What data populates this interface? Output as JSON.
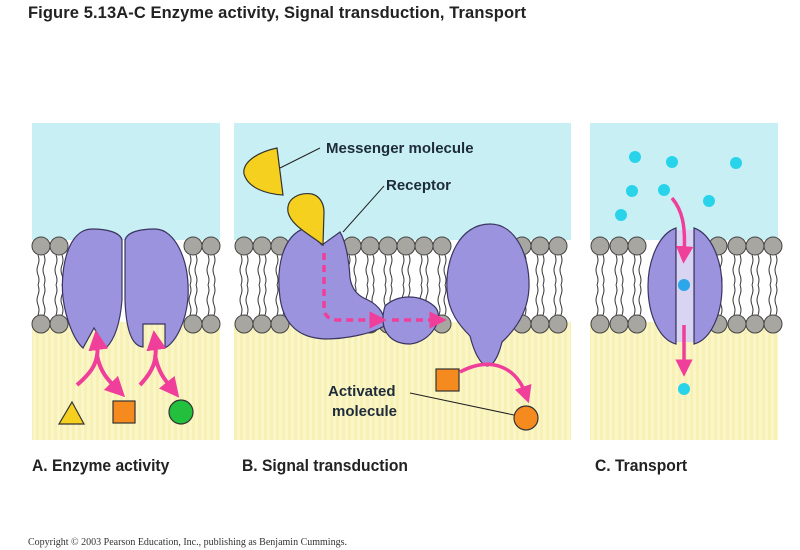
{
  "figure": {
    "title": "Figure 5.13A-C  Enzyme activity, Signal transduction, Transport",
    "copyright": "Copyright © 2003 Pearson Education, Inc., publishing as Benjamin Cummings."
  },
  "panels": [
    {
      "id": "A",
      "label": "A. Enzyme activity",
      "callouts": []
    },
    {
      "id": "B",
      "label": "B. Signal transduction",
      "callouts": [
        "Messenger molecule",
        "Receptor",
        "Activated",
        "molecule"
      ]
    },
    {
      "id": "C",
      "label": "C. Transport",
      "callouts": []
    }
  ],
  "colors": {
    "extracellular": "#c8f0f4",
    "cytoplasm": "#fbf6c8",
    "protein": "#9b93de",
    "protein_stroke": "#3a3560",
    "phospholipid_head": "#a8a6a0",
    "arrow": "#ef3f9a",
    "messenger": "#f6d01e",
    "substrate_triangle": "#f6d01e",
    "substrate_square": "#f58a1f",
    "product_circle": "#22c03c",
    "solute": "#29d4ea"
  }
}
